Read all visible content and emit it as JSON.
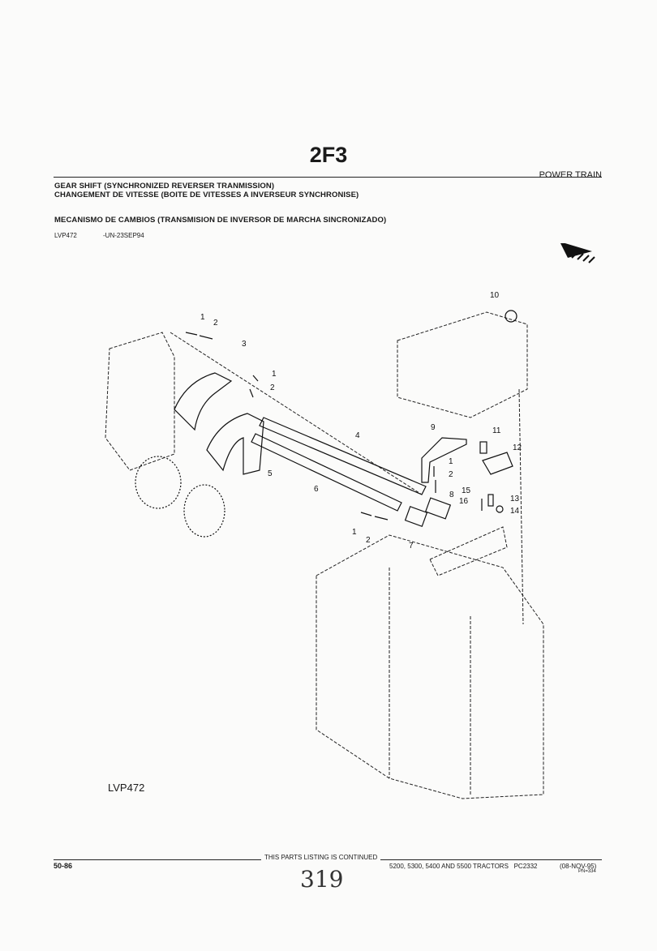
{
  "header": {
    "page_code": "2F3",
    "section": "POWER TRAIN",
    "title_en": "GEAR SHIFT (SYNCHRONIZED REVERSER TRANMISSION)",
    "title_fr": "CHANGEMENT DE VITESSE (BOITE DE VITESSES A INVERSEUR SYNCHRONISE)",
    "title_es": "MECANISMO DE CAMBIOS (TRANSMISION DE INVERSOR DE MARCHA SINCRONIZADO)",
    "illustration_id": "LVP472",
    "illustration_date": "-UN-23SEP94"
  },
  "diagram": {
    "illustration_label": "LVP472",
    "callouts": [
      "1",
      "2",
      "3",
      "1",
      "2",
      "4",
      "5",
      "6",
      "9",
      "1",
      "2",
      "8",
      "11",
      "12",
      "15",
      "16",
      "13",
      "14",
      "1",
      "2",
      "7",
      "10"
    ]
  },
  "footer": {
    "page_number": "50-86",
    "continued": "THIS PARTS LISTING IS CONTINUED",
    "models": "5200, 5300, 5400 AND 5500 TRACTORS",
    "catalog": "PC2332",
    "date": "(08-NOV-95)",
    "pn": "PN=334",
    "handwritten_number": "319"
  }
}
